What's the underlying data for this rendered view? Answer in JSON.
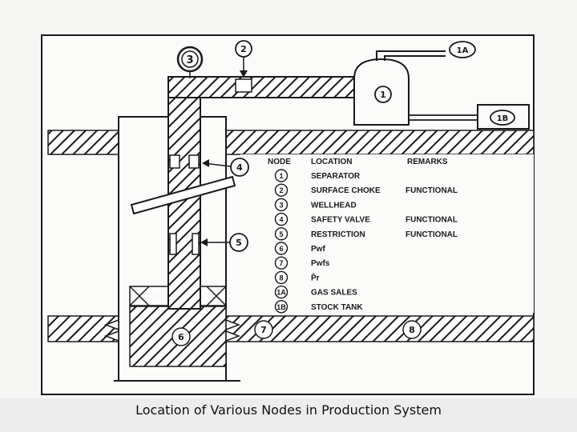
{
  "diagram": {
    "callouts": {
      "n3": "3",
      "n2": "2",
      "n1a": "1A",
      "n1": "1",
      "n1b": "1B",
      "n4": "4",
      "n5": "5",
      "n6": "6",
      "n7": "7",
      "n8": "8"
    },
    "table": {
      "headers": {
        "node": "NODE",
        "location": "LOCATION",
        "remarks": "REMARKS"
      },
      "rows": [
        {
          "node": "1",
          "location": "SEPARATOR",
          "remarks": ""
        },
        {
          "node": "2",
          "location": "SURFACE CHOKE",
          "remarks": "FUNCTIONAL"
        },
        {
          "node": "3",
          "location": "WELLHEAD",
          "remarks": ""
        },
        {
          "node": "4",
          "location": "SAFETY VALVE",
          "remarks": "FUNCTIONAL"
        },
        {
          "node": "5",
          "location": "RESTRICTION",
          "remarks": "FUNCTIONAL"
        },
        {
          "node": "6",
          "location": "Pwf",
          "remarks": ""
        },
        {
          "node": "7",
          "location": "Pwfs",
          "remarks": ""
        },
        {
          "node": "8",
          "location": "P̄r",
          "remarks": ""
        },
        {
          "node": "1A",
          "location": "GAS SALES",
          "remarks": ""
        },
        {
          "node": "1B",
          "location": "STOCK TANK",
          "remarks": ""
        }
      ]
    }
  },
  "caption": "Location of Various Nodes in Production System"
}
